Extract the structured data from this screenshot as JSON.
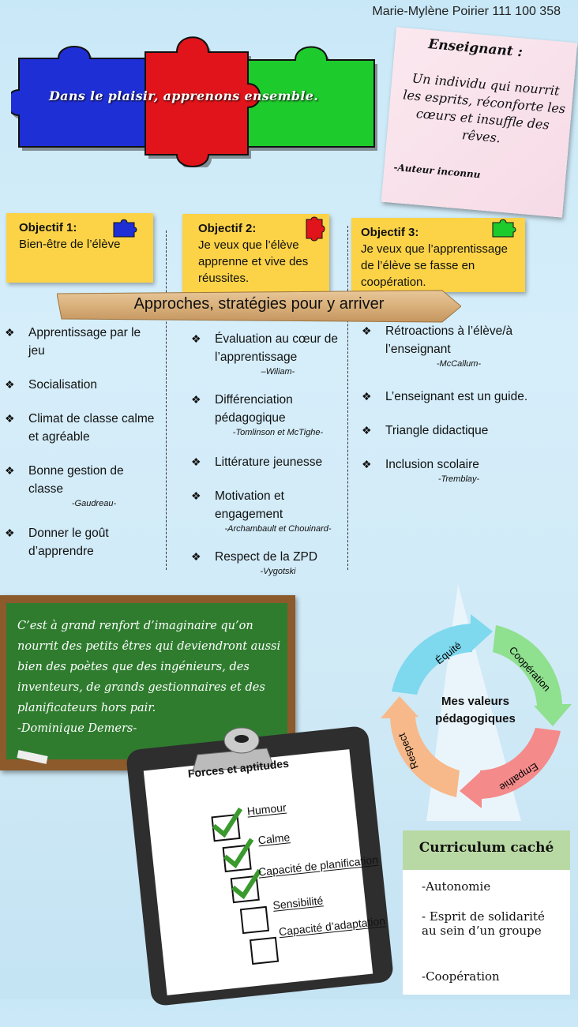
{
  "author": "Marie-Mylène Poirier 111 100 358",
  "banner": "Dans le plaisir, apprenons ensemble.",
  "quote": {
    "title": "Enseignant :",
    "body": "Un individu qui nourrit les esprits, réconforte les cœurs et insuffle des rêves.",
    "source": "-Auteur inconnu"
  },
  "objectives": [
    {
      "title": "Objectif 1:",
      "text": "Bien-être de l’élève"
    },
    {
      "title": "Objectif 2:",
      "text": "Je veux que l’élève apprenne et vive des réussites."
    },
    {
      "title": "Objectif 3:",
      "text": "Je veux que l’apprentissage de l’élève se fasse en coopération."
    }
  ],
  "approaches_title": "Approches, stratégies pour y arriver",
  "bullet_symbol": "❖",
  "column1": [
    {
      "text": "Apprentissage par le jeu"
    },
    {
      "text": "Socialisation"
    },
    {
      "text": "Climat de classe calme et agréable"
    },
    {
      "text": "Bonne gestion de classe",
      "cite": "-Gaudreau-"
    },
    {
      "text": "Donner le goût d’apprendre"
    }
  ],
  "column2": [
    {
      "text": "Évaluation au cœur de l’apprentissage",
      "cite": "–Wiliam-"
    },
    {
      "text": "Différenciation pédagogique",
      "cite": "-Tomlinson et McTighe-"
    },
    {
      "text": "Littérature jeunesse"
    },
    {
      "text": "Motivation et engagement",
      "cite": "-Archambault et Chouinard-"
    },
    {
      "text": "Respect de la ZPD",
      "cite": "-Vygotski"
    }
  ],
  "column3": [
    {
      "text": "Rétroactions à l’élève/à l’enseignant",
      "cite": "-McCallum-"
    },
    {
      "text": "L’enseignant est un guide."
    },
    {
      "text": "Triangle didactique"
    },
    {
      "text": "Inclusion scolaire",
      "cite": "-Tremblay-"
    }
  ],
  "chalkboard": {
    "text": "C’est à grand renfort d’imaginaire qu’on nourrit des petits êtres qui deviendront aussi bien des poètes que des ingénieurs, des inventeurs, de grands gestionnaires et des planificateurs hors pair.",
    "source": "-Dominique Demers-"
  },
  "clipboard": {
    "title": "Forces et aptitudes",
    "items": [
      {
        "label": "Humour",
        "checked": true
      },
      {
        "label": "Calme",
        "checked": true
      },
      {
        "label": "Capacité de planification",
        "checked": true
      },
      {
        "label": "Sensibilité",
        "checked": false
      },
      {
        "label": "Capacité d’adaptation",
        "checked": false
      }
    ]
  },
  "values": {
    "center": "Mes valeurs pédagogiques",
    "items": [
      "Équité",
      "Coopération",
      "Empathie",
      "Respect"
    ],
    "colors": [
      "#7ed8ee",
      "#8fe08f",
      "#f48a8a",
      "#f7b98a"
    ]
  },
  "curriculum": {
    "title": "Curriculum caché",
    "items": [
      "-Autonomie",
      "- Esprit de solidarité au sein d’un groupe",
      "-Coopération"
    ]
  },
  "colors": {
    "puzzle_blue": "#1f2fd6",
    "puzzle_red": "#e0141a",
    "puzzle_green": "#1ecb2c",
    "note_yellow": "#fcd347"
  }
}
